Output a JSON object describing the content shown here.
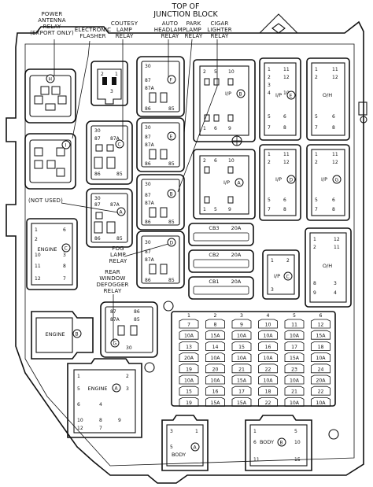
{
  "title": "TOP OF\nJUNCTION BLOCK",
  "relay_labels": {
    "power_antenna": "POWER\nANTENNA\nRELAY\n(EXPORT ONLY)",
    "electronic_flasher": "ELECTRONIC\nFLASHER",
    "courtesy_lamp": "COUTESY\nLAMP\nRELAY",
    "auto_headlamp": "AUTO\nHEADLAMP\nRELAY",
    "park_lamp": "PARK\nLAMP\nRELAY",
    "cigar_lighter": "CIGAR\nLIGHTER\nRELAY",
    "not_used": "(NOT USED)",
    "fog_lamp": "FOG\nLAMP\nRELAY",
    "rear_window_defogger": "REAR\nWINDOW\nDEFOGGER\nRELAY"
  },
  "connector_labels": {
    "ip": "I/P",
    "oh": "O/H",
    "engine": "ENGINE",
    "body": "BODY"
  },
  "circuit_breakers": [
    {
      "name": "CB3",
      "rating": "20A"
    },
    {
      "name": "CB2",
      "rating": "20A"
    },
    {
      "name": "CB1",
      "rating": "20A"
    }
  ],
  "fuse_columns": [
    "1",
    "2",
    "3",
    "4",
    "5",
    "6"
  ],
  "fuse_grid": [
    [
      "7",
      "8",
      "9",
      "10",
      "11",
      "12"
    ],
    [
      "10A",
      "15A",
      "10A",
      "10A",
      "10A",
      "15A"
    ],
    [
      "13",
      "14",
      "15",
      "16",
      "17",
      "18"
    ],
    [
      "20A",
      "10A",
      "10A",
      "10A",
      "15A",
      "10A"
    ],
    [
      "19",
      "20",
      "21",
      "22",
      "23",
      "24"
    ],
    [
      "10A",
      "10A",
      "15A",
      "10A",
      "10A",
      "20A"
    ],
    [
      "15",
      "16",
      "17",
      "18",
      "21",
      "22"
    ],
    [
      "19",
      "15A",
      "15A",
      "22",
      "10A",
      "10A"
    ]
  ]
}
